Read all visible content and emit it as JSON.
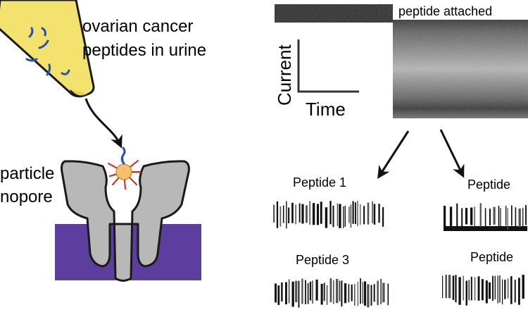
{
  "labels": {
    "sample_line1": "ovarian cancer",
    "sample_line2": "peptides in urine",
    "nanopore_line1": "particle",
    "nanopore_line2": "nopore",
    "state_label": "peptide attached",
    "ylabel": "Current",
    "xlabel": "Time",
    "peptides": [
      "Peptide 1",
      "Peptide",
      "Peptide 3",
      "Peptide"
    ]
  },
  "colors": {
    "tube_fill": "#f3e36e",
    "peptide_strand": "#2a4fb5",
    "pore_fill": "#b8b8b8",
    "membrane": "#5b3e9e",
    "particle": "#f5c26b",
    "burst": "#e0201a"
  },
  "icons": [
    "sample-tube-icon",
    "nanopore-icon",
    "membrane-icon",
    "particle-icon",
    "burst-icon",
    "arrow-icon"
  ]
}
